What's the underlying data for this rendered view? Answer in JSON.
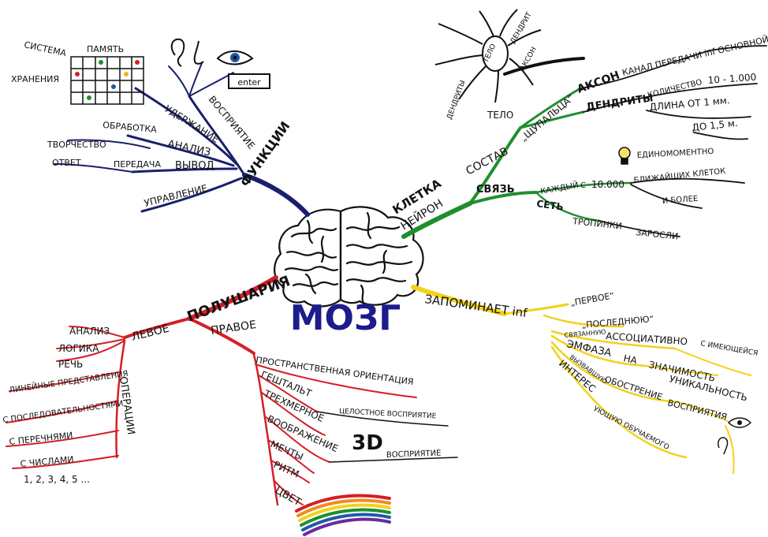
{
  "center": {
    "title": "МОЗГ",
    "title_color": "#1c1c8c"
  },
  "colors": {
    "functions": "#1a1f6e",
    "cell": "#1f8f2e",
    "memory": "#f2d21b",
    "hemispheres": "#d31f26",
    "ink": "#111111"
  },
  "functions": {
    "main": "ФУНКЦИИ",
    "perception": "ВОСПРИЯТИЕ",
    "enter_key": "enter",
    "retention": "УДЕРЖАНИЕ",
    "memory": "ПАМЯТЬ",
    "storage_system_1": "СИСТЕМА",
    "storage_system_2": "ХРАНЕНИЯ",
    "processing": "ОБРАБОТКА",
    "analysis": "АНАЛИЗ",
    "creativity": "ТВОРЧЕСТВО",
    "transfer": "ПЕРЕДАЧА",
    "output": "ВЫВОД",
    "answer": "ОТВЕТ",
    "control": "УПРАВЛЕНИЕ"
  },
  "cell": {
    "neuron": "НЕЙРОН",
    "cell": "КЛЕТКА",
    "composition": "СОСТАВ",
    "body": "ТЕЛО",
    "tentacles": "„ЩУПАЛЬЦА“",
    "axon": "АКСОН",
    "axon_desc": "КАНАЛ ПЕРЕДАЧИ inf ОСНОВНОЙ",
    "dendrites": "ДЕНДРИТЫ",
    "quantity": "КОЛИЧЕСТВО",
    "quantity_value": "10 - 1.000",
    "length": "ДЛИНА ОТ 1 мм.",
    "length_to": "ДО 1,5 м.",
    "sketch_body": "ТЕЛО",
    "sketch_dendrite": "ДЕНДРИТ",
    "sketch_axon": "АКСОН",
    "sketch_dendrites": "ДЕНДРИТЫ",
    "connection": "СВЯЗЬ",
    "each": "КАЖДЫЙ",
    "with": "С",
    "ten_thousand": "10.000",
    "simultaneously": "ЕДИНОМОМЕНТНО",
    "nearest_cells": "БЛИЖАЙШИХ КЛЕТОК",
    "and_more": "И БОЛЕЕ",
    "network": "СЕТЬ",
    "paths": "ТРОПИНКИ",
    "thickets": "ЗАРОСЛИ"
  },
  "memory": {
    "remembers": "ЗАПОМИНАЕТ inf",
    "first": "„ПЕРВОЕ“",
    "last": "„ПОСЛЕДНЮЮ“",
    "linked": "СВЯЗАННУЮ",
    "associatively": "АССОЦИАТИВНО",
    "with_existing": "С ИМЕЮЩЕЙСЯ",
    "emphasis": "ЭМФАЗА",
    "on": "НА",
    "significance": "ЗНАЧИМОСТЬ",
    "uniqueness": "УНИКАЛЬНОСТЬ",
    "causing": "ВЫЗВАВШУЮ",
    "sharpening": "ОБОСТРЕНИЕ",
    "perception": "ВОСПРИЯТИЯ",
    "interest": "ИНТЕРЕС",
    "interest_rest": "УЮЩУЮ ОБУЧАЕМОГО"
  },
  "hemispheres": {
    "main": "ПОЛУШАРИЯ",
    "left": "ЛЕВОЕ",
    "analysis": "АНАЛИЗ",
    "logic": "ЛОГИКА",
    "speech": "РЕЧЬ",
    "operations": "ОПЕРАЦИИ",
    "linear": "ЛИНЕЙНЫЕ ПРЕДСТАВЛЕНИЯ",
    "sequences": "С ПОСЛЕДОВАТЕЛЬНОСТЯМИ",
    "lists": "С ПЕРЕЧНЯМИ",
    "numbers": "С ЧИСЛАМИ",
    "numbers_example": "1, 2, 3, 4, 5 ...",
    "right": "ПРАВОЕ",
    "spatial": "ПРОСТРАНСТВЕННАЯ ОРИЕНТАЦИЯ",
    "gestalt": "ГЕШТАЛЬТ",
    "holistic": "ЦЕЛОСТНОЕ ВОСПРИЯТИЕ",
    "threed": "ТРЕХМЕРНОЕ",
    "threed_badge": "3D",
    "perception": "ВОСПРИЯТИЕ",
    "imagination": "ВООБРАЖЕНИЕ",
    "dreams": "МЕЧТЫ",
    "rhythm": "РИТМ",
    "color": "ЦВЕТ"
  }
}
